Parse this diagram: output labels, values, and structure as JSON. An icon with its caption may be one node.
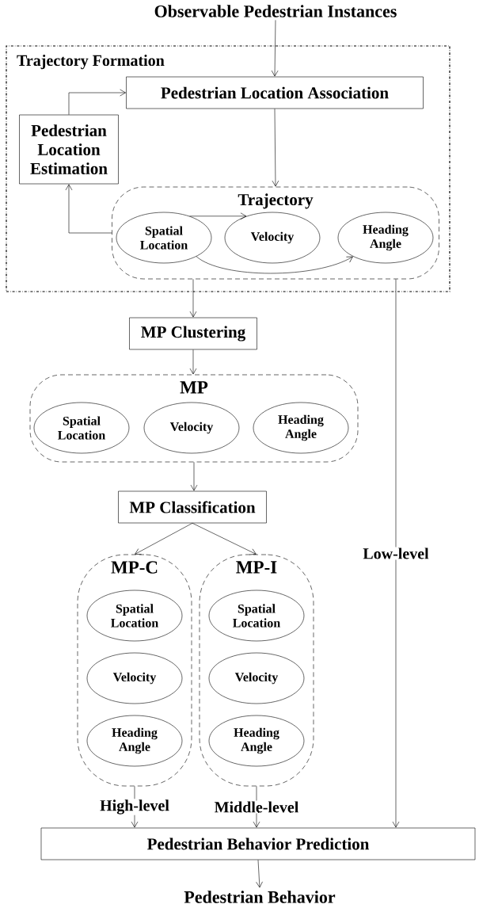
{
  "diagram": {
    "nodes": [
      {
        "text": [
          "Observable Pedestrian Instances"
        ]
      },
      {
        "text": [
          "Trajectory Formation"
        ]
      },
      {
        "text": [
          "Pedestrian Location Association"
        ],
        "in": 1
      },
      {
        "text": [
          "Pedestrian Location Estimation"
        ],
        "in": 1
      },
      {
        "text": [
          "Trajectory"
        ],
        "in": 1
      },
      {
        "text": [
          "Spatial Location"
        ],
        "in": 4
      },
      {
        "text": [
          "Velocity"
        ],
        "in": 4
      },
      {
        "text": [
          "Heading Angle"
        ],
        "in": 4
      },
      {
        "text": [
          "MP Clustering"
        ]
      },
      {
        "text": [
          "MP"
        ]
      },
      {
        "text": [
          "Spatial Location"
        ],
        "in": 9
      },
      {
        "text": [
          "Velocity"
        ],
        "in": 9
      },
      {
        "text": [
          "Heading Angle"
        ],
        "in": 9
      },
      {
        "text": [
          "MP Classification"
        ]
      },
      {
        "text": [
          "MP-C"
        ]
      },
      {
        "text": [
          "Spatial Location"
        ],
        "in": 14
      },
      {
        "text": [
          "Velocity"
        ],
        "in": 14
      },
      {
        "text": [
          "Heading Angle"
        ],
        "in": 14
      },
      {
        "text": [
          "MP-I"
        ]
      },
      {
        "text": [
          "Spatial Location"
        ],
        "in": 18
      },
      {
        "text": [
          "Velocity"
        ],
        "in": 18
      },
      {
        "text": [
          "Heading Angle"
        ],
        "in": 18
      },
      {
        "text": [
          "Pedestrian Behavior Prediction"
        ]
      },
      {
        "text": [
          "Pedestrian Behavior"
        ]
      }
    ],
    "edges": [
      {
        "from": 0,
        "to": 2,
        "arrow": "to"
      },
      {
        "from": 2,
        "to": 4,
        "arrow": "to"
      },
      {
        "from": 4,
        "to": 3,
        "arrow": "to"
      },
      {
        "from": 3,
        "to": 2,
        "arrow": "to"
      },
      {
        "from": 5,
        "to": 6,
        "arrow": "to"
      },
      {
        "from": 5,
        "to": 7,
        "arrow": "to"
      },
      {
        "from": 4,
        "to": 8,
        "arrow": "to"
      },
      {
        "from": 8,
        "to": 9,
        "arrow": "to"
      },
      {
        "from": 9,
        "to": 13,
        "arrow": "to"
      },
      {
        "from": 13,
        "to": 14,
        "arrow": "to"
      },
      {
        "from": 13,
        "to": 18,
        "arrow": "to"
      },
      {
        "from": 14,
        "to": 22,
        "arrow": "to",
        "label": "High-level"
      },
      {
        "from": 18,
        "to": 22,
        "arrow": "to",
        "label": "Middle-level"
      },
      {
        "from": 4,
        "to": 22,
        "arrow": "to",
        "label": "Low-level"
      },
      {
        "from": 22,
        "to": 23,
        "arrow": "to"
      }
    ]
  }
}
